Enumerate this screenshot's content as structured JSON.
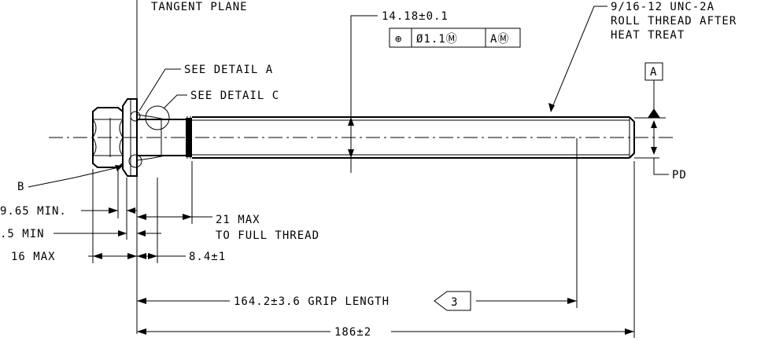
{
  "labels": {
    "tangent_plane": "TANGENT PLANE",
    "see_detail_a": "SEE DETAIL  A",
    "see_detail_c": "SEE DETAIL  C",
    "diameter_dim": "14.18±0.1",
    "thread_line1": "9/16-12 UNC-2A",
    "thread_line2": "ROLL THREAD AFTER",
    "thread_line3": "HEAT TREAT",
    "datum_a": "A",
    "datum_b": "B",
    "pd": "PD",
    "dim_965": "9.65 MIN.",
    "dim_5": ".5 MIN",
    "dim_16": "16 MAX",
    "dim_84": "8.4±1",
    "dim_21_line1": "21 MAX",
    "dim_21_line2": "TO FULL THREAD",
    "grip_length": "164.2±3.6 GRIP LENGTH",
    "note_flag": "3",
    "overall_length": "186±2"
  },
  "fcf": {
    "symbol": "⊕",
    "tolerance": "Ø1.1Ⓜ",
    "datum": "AⓂ"
  }
}
